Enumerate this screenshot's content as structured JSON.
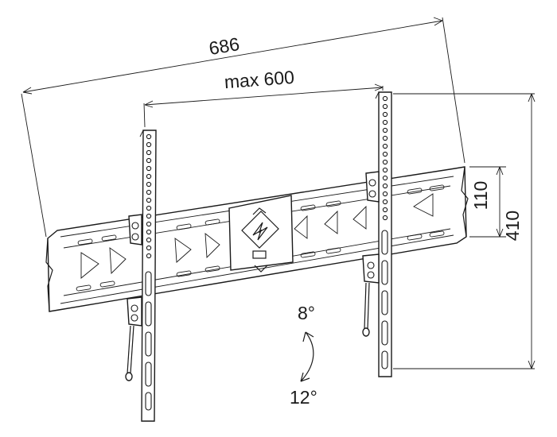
{
  "dimensions": {
    "overall_width": "686",
    "max_vesa_horizontal": "max 600",
    "rail_spacing": "110",
    "max_vesa_vertical": "410"
  },
  "tilt": {
    "up": "8°",
    "down": "12°"
  },
  "icons": [
    "lock-icon",
    "arrow-up-icon",
    "arrow-down-icon"
  ]
}
